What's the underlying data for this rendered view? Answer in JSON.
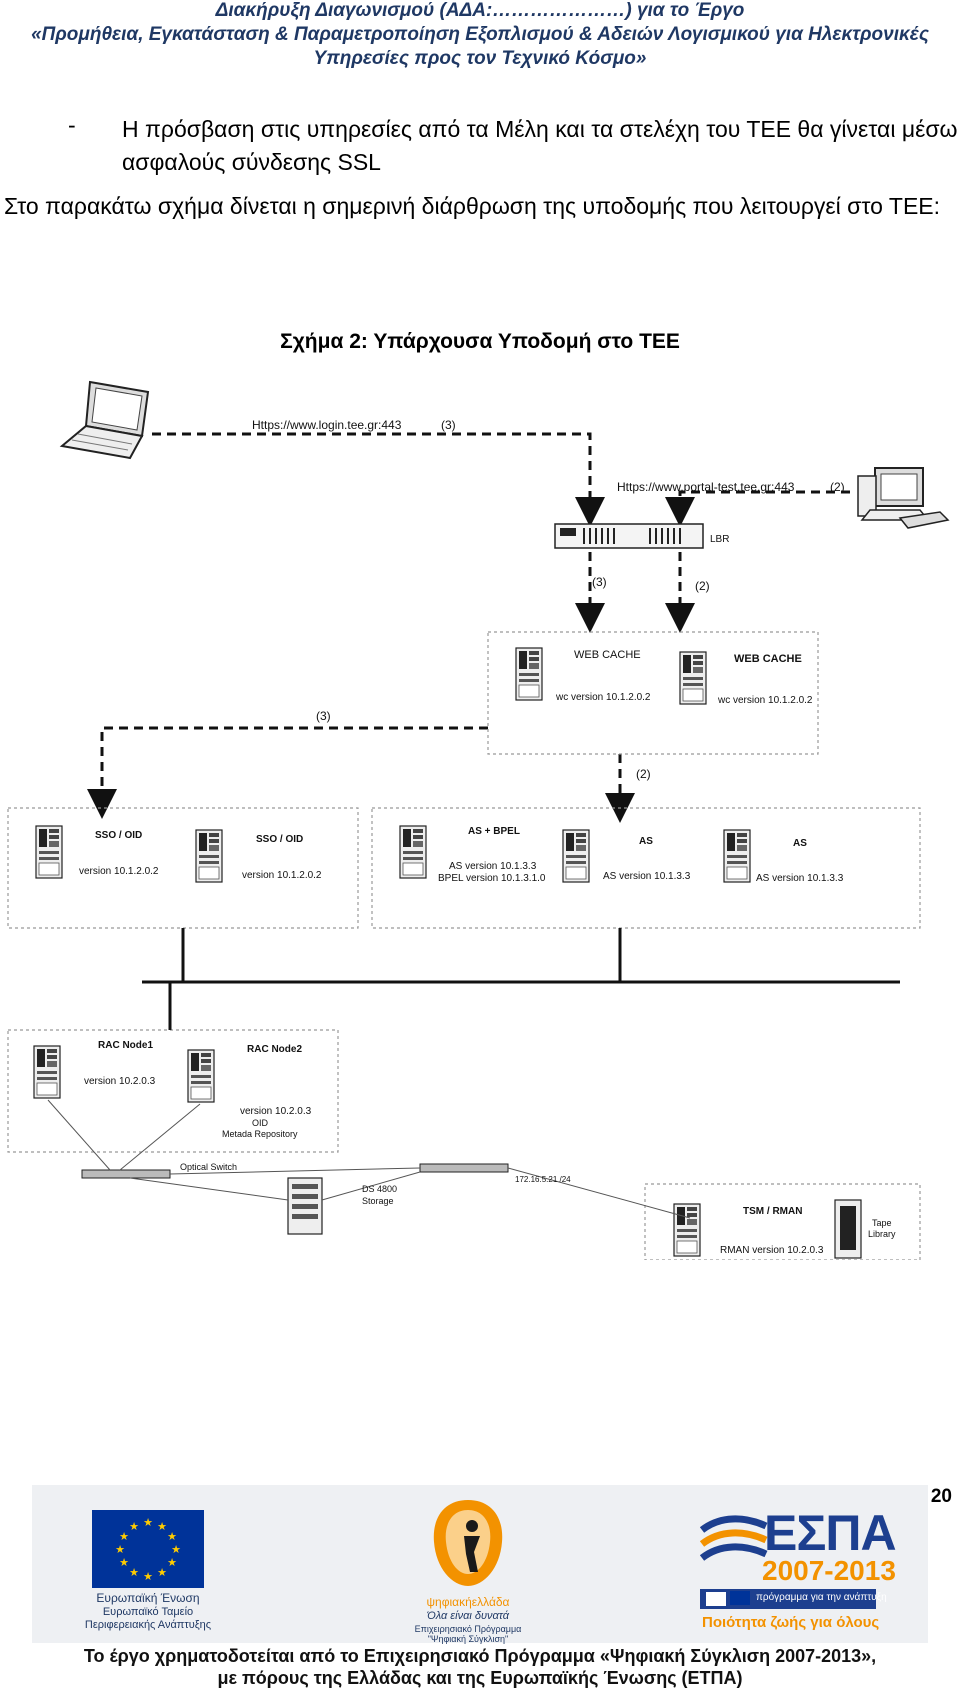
{
  "header": {
    "line1": "Διακήρυξη Διαγωνισμού (ΑΔΑ:…………………) για το Έργο",
    "line2": "«Προμήθεια, Εγκατάσταση & Παραμετροποίηση Εξοπλισμού & Αδειών Λογισμικού για Ηλεκτρονικές",
    "line3": "Υπηρεσίες προς τον Τεχνικό Κόσμο»"
  },
  "body": {
    "bullet_marker": "-",
    "bullet_text": "Η πρόσβαση στις υπηρεσίες από τα Μέλη και τα στελέχη του ΤΕΕ θα γίνεται μέσω ασφαλούς σύνδεσης SSL",
    "paragraph": "Στο παρακάτω σχήμα δίνεται η σημερινή διάρθρωση της υποδομής που λειτουργεί στο ΤΕΕ:",
    "figure_caption": "Σχήμα 2: Υπάρχουσα Υποδομή στο ΤΕΕ"
  },
  "diagram": {
    "url_login": "Https://www.login.tee.gr:443",
    "url_portal": "Https://www.portal-test.tee.gr:443",
    "tag3": "(3)",
    "tag2": "(2)",
    "lbr": "LBR",
    "webcache1": "WEB CACHE",
    "webcache1_ver": "wc version 10.1.2.0.2",
    "webcache2": "WEB CACHE",
    "webcache2_ver": "wc version 10.1.2.0.2",
    "sso1": "SSO / OID",
    "sso1_ver": "version 10.1.2.0.2",
    "sso2": "SSO / OID",
    "sso2_ver": "version 10.1.2.0.2",
    "as_bpel": "AS + BPEL",
    "as_bpel_ver1": "AS version 10.1.3.3",
    "as_bpel_ver2": "BPEL version 10.1.3.1.0",
    "as1": "AS",
    "as1_ver": "AS version 10.1.3.3",
    "as2": "AS",
    "as2_ver": "AS version 10.1.3.3",
    "rac1": "RAC Node1",
    "rac1_ver": "version 10.2.0.3",
    "rac2": "RAC Node2",
    "rac2_ver": "version 10.2.0.3",
    "oid": "OID",
    "oid_repo": "Metada Repository",
    "optical_switch": "Optical Switch",
    "ds_name": "DS 4800",
    "ds_storage": "Storage",
    "ip": "172.16.5.21 /24",
    "tsm": "TSM / RMAN",
    "rman_ver": "RMAN version 10.2.0.3",
    "tape1": "Tape",
    "tape2": "Library"
  },
  "page_number": "20",
  "logos": {
    "eu_line1": "Ευρωπαϊκή Ένωση",
    "eu_line2": "Ευρωπαϊκό Ταμείο",
    "eu_line3": "Περιφερειακής Ανάπτυξης",
    "digital_line1": "ψηφιακήελλάδα",
    "digital_line2": "Όλα είναι δυνατά",
    "digital_line3": "Επιχειρησιακό Πρόγραμμα",
    "digital_line4": "\"Ψηφιακή Σύγκλιση\"",
    "espa_title": "ΕΣΠΑ",
    "espa_years": "2007-2013",
    "espa_tag": "πρόγραμμα για την ανάπτυξη",
    "espa_slogan": "Ποιότητα ζωής για όλους"
  },
  "footer": {
    "line1": "Το έργο χρηματοδοτείται από το Επιχειρησιακό Πρόγραμμα «Ψηφιακή Σύγκλιση 2007-2013»,",
    "line2": "με πόρους της Ελλάδας και της Ευρωπαϊκής Ένωσης (ΕΤΠΑ)"
  },
  "colors": {
    "header_text": "#1f3864",
    "eu_blue": "#003399",
    "eu_star": "#ffcc00",
    "espa_blue": "#1d3f8f",
    "espa_orange": "#f39200"
  }
}
